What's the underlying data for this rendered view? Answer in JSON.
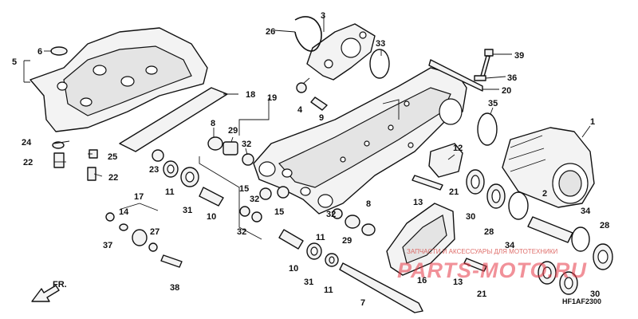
{
  "diagram": {
    "code": "HF1AF2300",
    "direction_label": "FR.",
    "watermark": {
      "subtitle": "ЗАПЧАСТИ И АКСЕССУАРЫ ДЛЯ МОТОТЕХНИКИ",
      "logo_text": "PARTS-MOTO.RU"
    },
    "callouts": [
      "1",
      "2",
      "3",
      "4",
      "5",
      "6",
      "7",
      "8",
      "8",
      "9",
      "10",
      "10",
      "11",
      "11",
      "11",
      "12",
      "13",
      "13",
      "14",
      "15",
      "15",
      "16",
      "17",
      "18",
      "19",
      "20",
      "21",
      "21",
      "22",
      "22",
      "23",
      "24",
      "25",
      "26",
      "27",
      "28",
      "28",
      "29",
      "29",
      "30",
      "30",
      "31",
      "31",
      "32",
      "32",
      "32",
      "32",
      "33",
      "34",
      "34",
      "35",
      "36",
      "37",
      "38",
      "39"
    ]
  },
  "colors": {
    "line": "#111111",
    "part_fill": "#f3f3f3",
    "watermark": "#e63946"
  }
}
